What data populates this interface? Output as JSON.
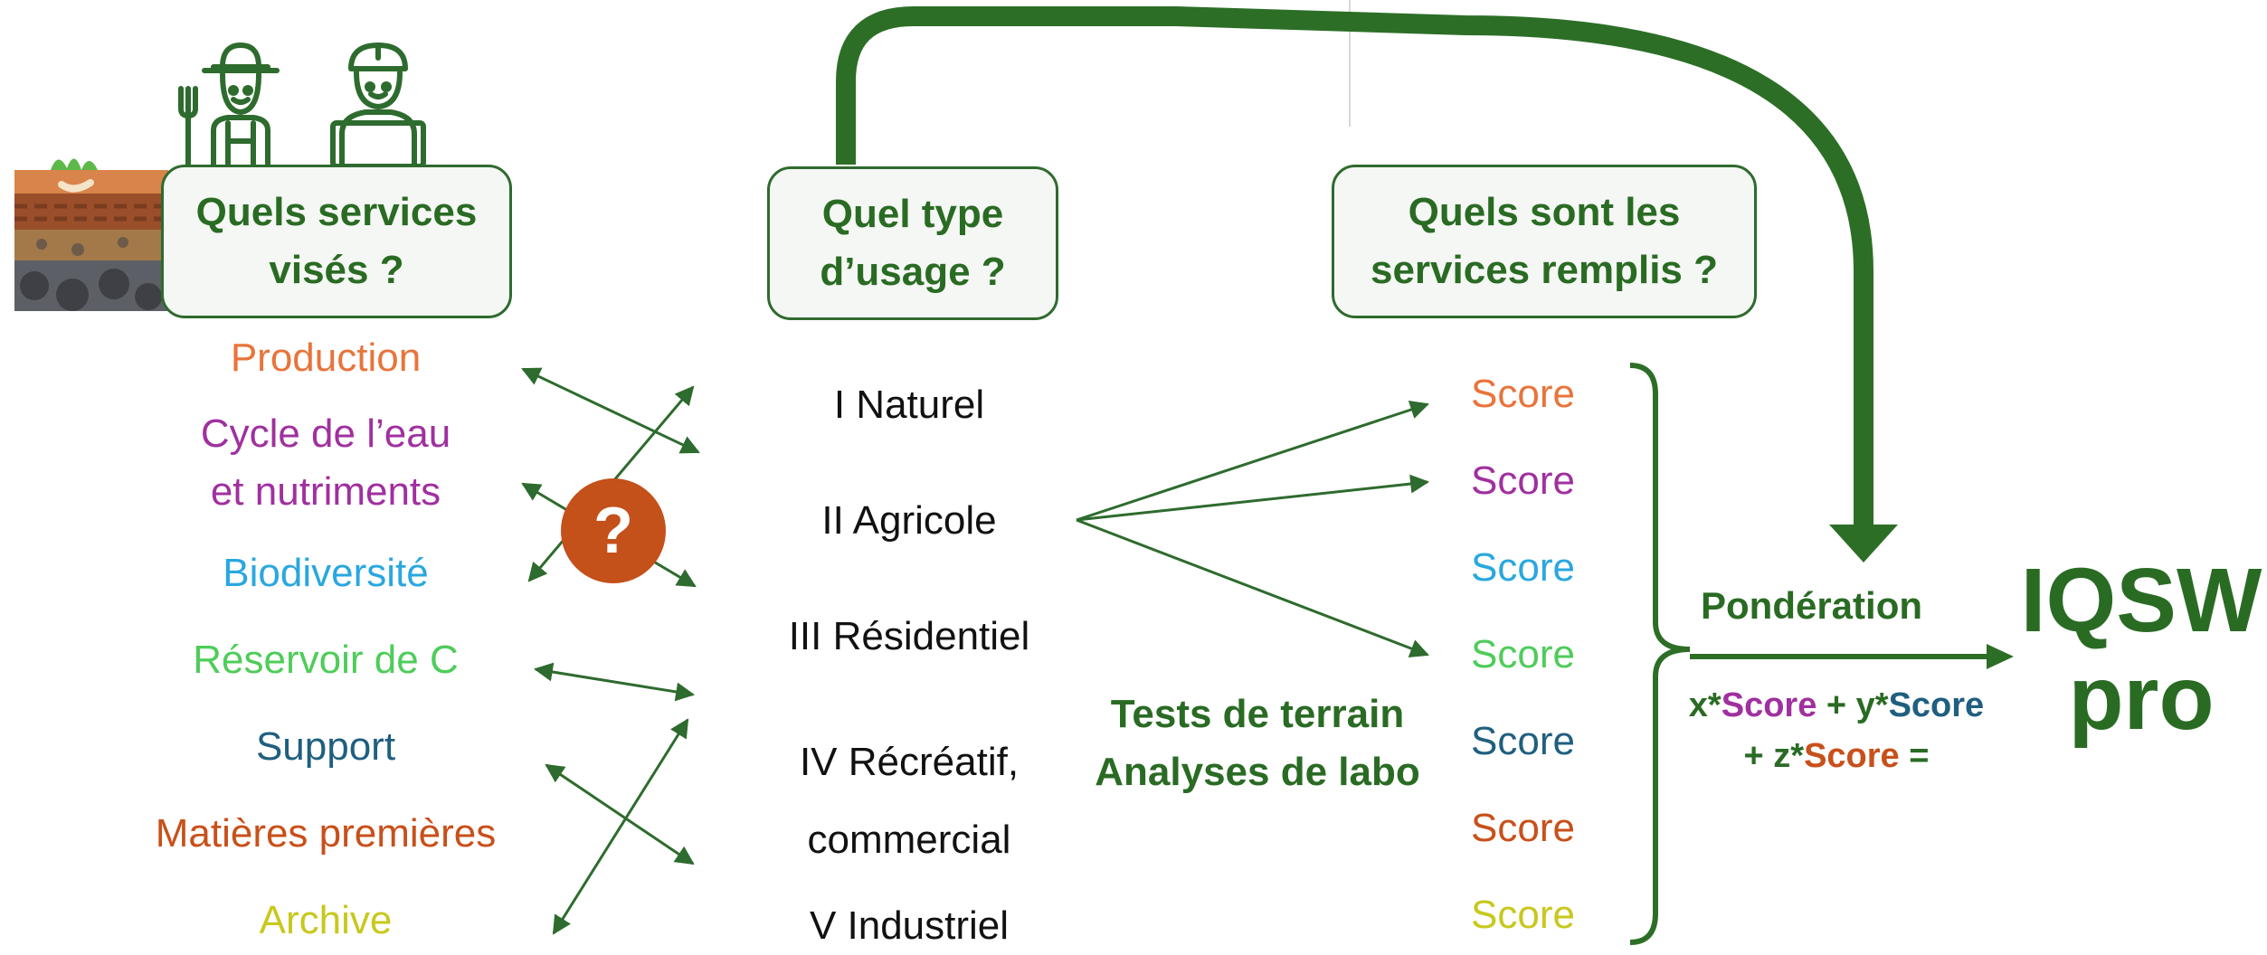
{
  "colors": {
    "green": "#2a6b24",
    "production": "#e8743b",
    "water": "#a0309f",
    "biodiversity": "#2aa7df",
    "carbon": "#4fcc5a",
    "support": "#1f5f7f",
    "materials": "#c8501a",
    "archive": "#c8c81e",
    "question_badge": "#c4501a"
  },
  "icons": {
    "soil": "soil-profile-icon",
    "farmer": "farmer-icon",
    "worker": "worker-with-laptop-icon",
    "question": "question-mark-icon"
  },
  "headers": {
    "services_targeted": [
      "Quels services",
      "visés ?"
    ],
    "usage_type": [
      "Quel type",
      "d’usage ?"
    ],
    "services_fulfilled": [
      "Quels sont les",
      "services remplis ?"
    ]
  },
  "services": [
    {
      "lines": [
        "Production"
      ],
      "color": "#e8743b"
    },
    {
      "lines": [
        "Cycle de l’eau",
        "et nutriments"
      ],
      "color": "#a0309f"
    },
    {
      "lines": [
        "Biodiversité"
      ],
      "color": "#2aa7df"
    },
    {
      "lines": [
        "Réservoir de C"
      ],
      "color": "#4fcc5a"
    },
    {
      "lines": [
        "Support"
      ],
      "color": "#1f5f7f"
    },
    {
      "lines": [
        "Matières premières"
      ],
      "color": "#c8501a"
    },
    {
      "lines": [
        "Archive"
      ],
      "color": "#c8c81e"
    }
  ],
  "question_mark": "?",
  "usages": [
    {
      "lines": [
        "I Naturel"
      ]
    },
    {
      "lines": [
        "II Agricole"
      ]
    },
    {
      "lines": [
        "III Résidentiel"
      ]
    },
    {
      "lines": [
        "IV Récréatif,",
        "commercial"
      ]
    },
    {
      "lines": [
        "V Industriel"
      ]
    }
  ],
  "tests": [
    "Tests de terrain",
    "Analyses de labo"
  ],
  "scores": [
    {
      "label": "Score",
      "color": "#e8743b"
    },
    {
      "label": "Score",
      "color": "#a0309f"
    },
    {
      "label": "Score",
      "color": "#2aa7df"
    },
    {
      "label": "Score",
      "color": "#4fcc5a"
    },
    {
      "label": "Score",
      "color": "#1f5f7f"
    },
    {
      "label": "Score",
      "color": "#c8501a"
    },
    {
      "label": "Score",
      "color": "#c8c81e"
    }
  ],
  "weighting": {
    "title": "Pondération",
    "formula_line1": [
      {
        "text": "x*",
        "color": "#2a6b24"
      },
      {
        "text": "Score",
        "color": "#a0309f"
      },
      {
        "text": " + y*",
        "color": "#2a6b24"
      },
      {
        "text": "Score",
        "color": "#1f5f7f"
      }
    ],
    "formula_line2": [
      {
        "text": "+ z*",
        "color": "#2a6b24"
      },
      {
        "text": "Score",
        "color": "#c8501a"
      },
      {
        "text": " =",
        "color": "#2a6b24"
      }
    ]
  },
  "result": [
    "IQSW",
    "pro"
  ]
}
